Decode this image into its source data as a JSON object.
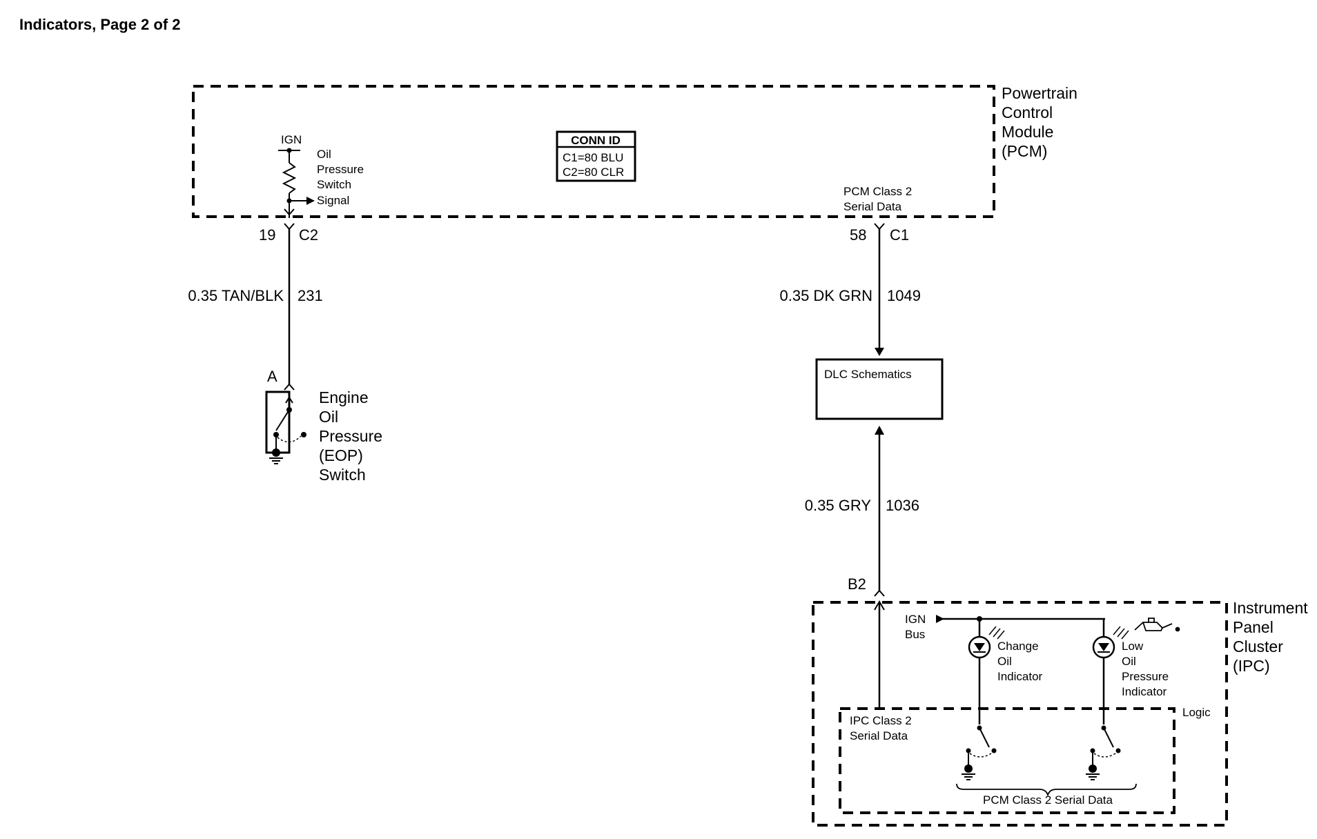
{
  "title": "Indicators, Page 2 of 2",
  "pcm": {
    "label_lines": [
      "Powertrain",
      "Control",
      "Module",
      "(PCM)"
    ],
    "ign": "IGN",
    "switch_signal_lines": [
      "Oil",
      "Pressure",
      "Switch",
      "Signal"
    ],
    "conn_id": {
      "header": "CONN ID",
      "rows": [
        "C1=80 BLU",
        "C2=80 CLR"
      ]
    },
    "serial_lines": [
      "PCM Class 2",
      "Serial Data"
    ]
  },
  "wire_left": {
    "pin": "19",
    "connector": "C2",
    "color": "0.35 TAN/BLK",
    "circuit": "231",
    "terminal": "A"
  },
  "eop_switch": {
    "label_lines": [
      "Engine",
      "Oil",
      "Pressure",
      "(EOP)",
      "Switch"
    ]
  },
  "wire_right_top": {
    "pin": "58",
    "connector": "C1",
    "color": "0.35 DK GRN",
    "circuit": "1049"
  },
  "dlc": {
    "label": "DLC Schematics"
  },
  "wire_right_bottom": {
    "color": "0.35 GRY",
    "circuit": "1036",
    "terminal": "B2"
  },
  "ipc": {
    "label_lines": [
      "Instrument",
      "Panel",
      "Cluster",
      "(IPC)"
    ],
    "ign_bus_lines": [
      "IGN",
      "Bus"
    ],
    "change_oil_lines": [
      "Change",
      "Oil",
      "Indicator"
    ],
    "low_oil_lines": [
      "Low",
      "Oil",
      "Pressure",
      "Indicator"
    ],
    "logic": "Logic",
    "ipc_serial_lines": [
      "IPC Class 2",
      "Serial Data"
    ],
    "pcm_serial": "PCM Class 2 Serial Data"
  }
}
